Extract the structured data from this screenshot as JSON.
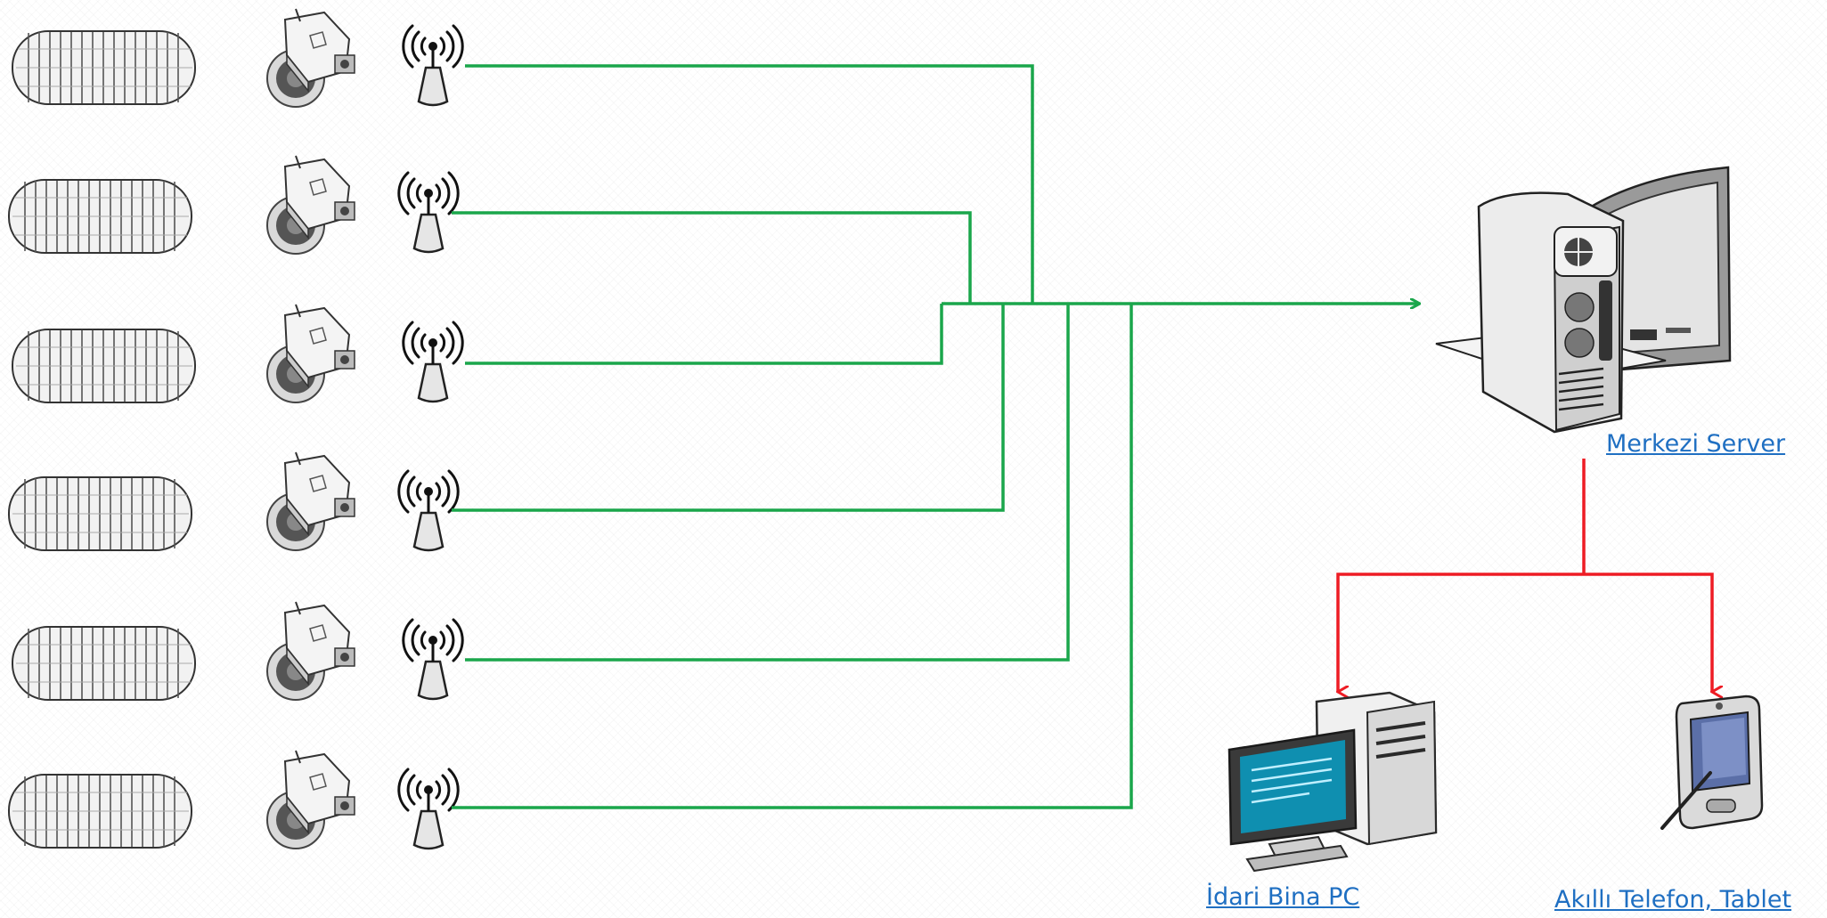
{
  "diagram": {
    "nodes": [
      {
        "id": "server",
        "label": "Merkezi Server",
        "icon": "server-computer-icon"
      },
      {
        "id": "office_pc",
        "label": "İdari Bina PC",
        "icon": "desktop-computer-icon"
      },
      {
        "id": "mobile",
        "label": "Akıllı Telefon, Tablet",
        "icon": "smartphone-tablet-icon"
      }
    ],
    "stations": [
      {
        "icons": [
          "solar-panel-icon",
          "sensor-device-icon",
          "wireless-antenna-icon"
        ]
      },
      {
        "icons": [
          "solar-panel-icon",
          "sensor-device-icon",
          "wireless-antenna-icon"
        ]
      },
      {
        "icons": [
          "solar-panel-icon",
          "sensor-device-icon",
          "wireless-antenna-icon"
        ]
      },
      {
        "icons": [
          "solar-panel-icon",
          "sensor-device-icon",
          "wireless-antenna-icon"
        ]
      },
      {
        "icons": [
          "solar-panel-icon",
          "sensor-device-icon",
          "wireless-antenna-icon"
        ]
      },
      {
        "icons": [
          "solar-panel-icon",
          "sensor-device-icon",
          "wireless-antenna-icon"
        ]
      }
    ],
    "colors": {
      "uplink": "#1aa64b",
      "downlink": "#ee1c24",
      "label": "#1f6fc2"
    }
  }
}
